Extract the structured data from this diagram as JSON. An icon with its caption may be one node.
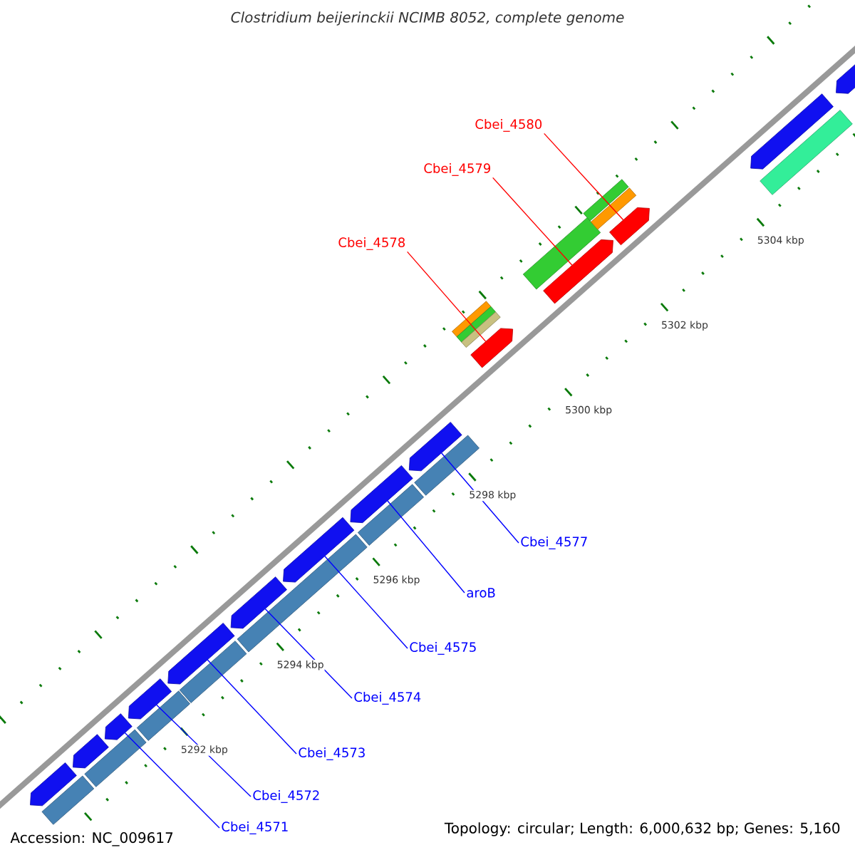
{
  "diagram": {
    "title": "Clostridium beijerinckii NCIMB 8052, complete genome",
    "nodes": [
      {
        "text": [
          "Cbei_4580"
        ]
      },
      {
        "text": [
          "Cbei_4579"
        ]
      },
      {
        "text": [
          "Cbei_4578"
        ]
      },
      {
        "text": [
          "Cbei_4577"
        ]
      },
      {
        "text": [
          "aroB"
        ]
      },
      {
        "text": [
          "Cbei_4575"
        ]
      },
      {
        "text": [
          "Cbei_4574"
        ]
      },
      {
        "text": [
          "Cbei_4573"
        ]
      },
      {
        "text": [
          "Cbei_4572"
        ]
      },
      {
        "text": [
          "Cbei_4571"
        ]
      },
      {
        "text": [],
        "shape": "arrow"
      },
      {
        "text": [],
        "shape": "arrow"
      },
      {
        "text": [],
        "shape": "arrow"
      },
      {
        "text": [],
        "shape": "arrow"
      },
      {
        "text": [],
        "shape": "arrow"
      },
      {
        "text": [],
        "shape": "arrow"
      },
      {
        "text": [],
        "shape": "arrow"
      },
      {
        "text": [],
        "shape": "arrow"
      },
      {
        "text": [],
        "shape": "arrow"
      },
      {
        "text": [],
        "shape": "arrow"
      },
      {
        "text": [],
        "shape": "arrow"
      },
      {
        "text": [],
        "shape": "arrow"
      },
      {
        "text": [],
        "shape": "arrow"
      },
      {
        "text": [],
        "shape": "arrow"
      }
    ],
    "edges": [
      {
        "from": 0,
        "to": 10,
        "arrow": "none",
        "color": "#ff0000"
      },
      {
        "from": 1,
        "to": 11,
        "arrow": "none",
        "color": "#ff0000"
      },
      {
        "from": 2,
        "to": 12,
        "arrow": "none",
        "color": "#ff0000"
      },
      {
        "from": 3,
        "to": 13,
        "arrow": "none"
      },
      {
        "from": 4,
        "to": 14,
        "arrow": "none"
      },
      {
        "from": 5,
        "to": 15,
        "arrow": "none"
      },
      {
        "from": 6,
        "to": 16,
        "arrow": "none"
      },
      {
        "from": 7,
        "to": 17,
        "arrow": "none"
      },
      {
        "from": 8,
        "to": 18,
        "arrow": "none"
      },
      {
        "from": 9,
        "to": 19,
        "arrow": "none"
      }
    ],
    "labels": [
      "5304 kbp",
      "5302 kbp",
      "5300 kbp",
      "5298 kbp",
      "5296 kbp",
      "5294 kbp",
      "5292 kbp",
      "Accession: NC_009617",
      "Topology: circular; Length: 6,000,632 bp; Genes: 5,160"
    ]
  }
}
